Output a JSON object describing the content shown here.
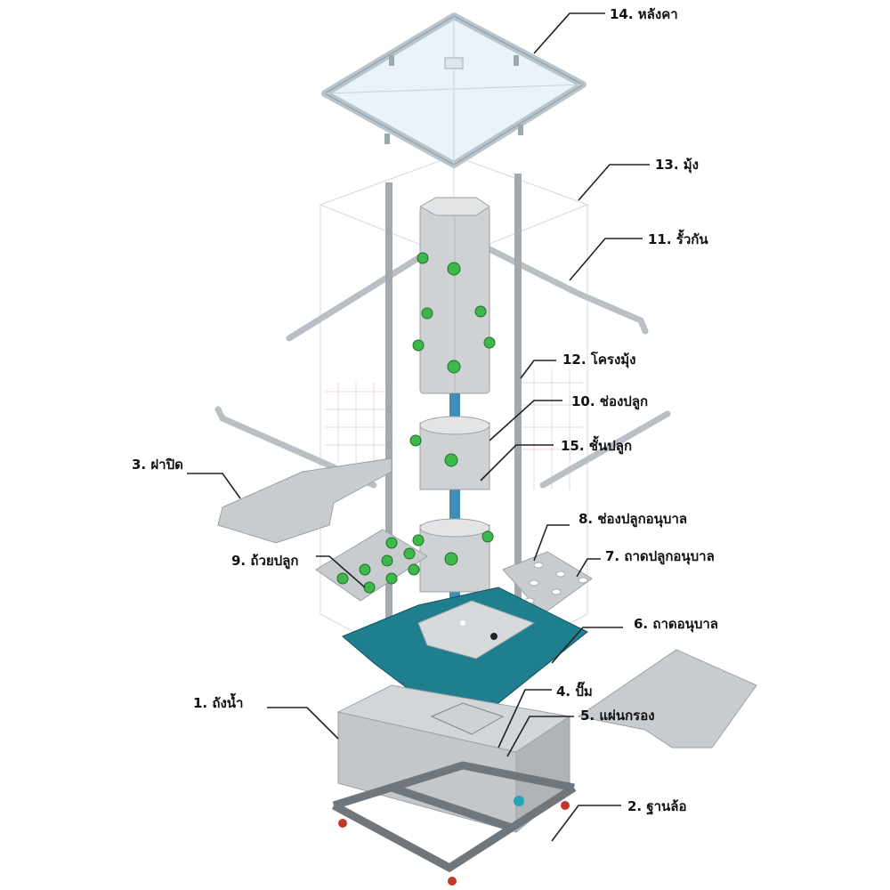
{
  "title": "Vertical hydroponic tower exploded diagram",
  "colors": {
    "tray": "#1f7f8f",
    "cup": "#3db84a",
    "frame": "#6f767c",
    "wheel": "#c0392b",
    "plate": "#c9cccf"
  },
  "labels": [
    {
      "id": "roof",
      "text": "14. หลังคา"
    },
    {
      "id": "net",
      "text": "13. มุ้ง"
    },
    {
      "id": "fence",
      "text": "11. รั้วกัน"
    },
    {
      "id": "net-frame",
      "text": "12. โครงมุ้ง"
    },
    {
      "id": "planting-hole",
      "text": "10. ช่องปลูก"
    },
    {
      "id": "planting-tier",
      "text": "15. ชั้นปลูก"
    },
    {
      "id": "lid",
      "text": "3. ฝาปิด"
    },
    {
      "id": "nursery-hole",
      "text": "8. ช่องปลูกอนุบาล"
    },
    {
      "id": "nursery-planting-tray",
      "text": "7. ถาดปลูกอนุบาล"
    },
    {
      "id": "planting-cup",
      "text": "9. ถ้วยปลูก"
    },
    {
      "id": "nursery-tray",
      "text": "6. ถาดอนุบาล"
    },
    {
      "id": "water-tank",
      "text": "1. ถังน้ำ"
    },
    {
      "id": "pump",
      "text": "4. ปั๊ม"
    },
    {
      "id": "filter-plate",
      "text": "5. แผ่นกรอง"
    },
    {
      "id": "wheel-base",
      "text": "2. ฐานล้อ"
    }
  ]
}
